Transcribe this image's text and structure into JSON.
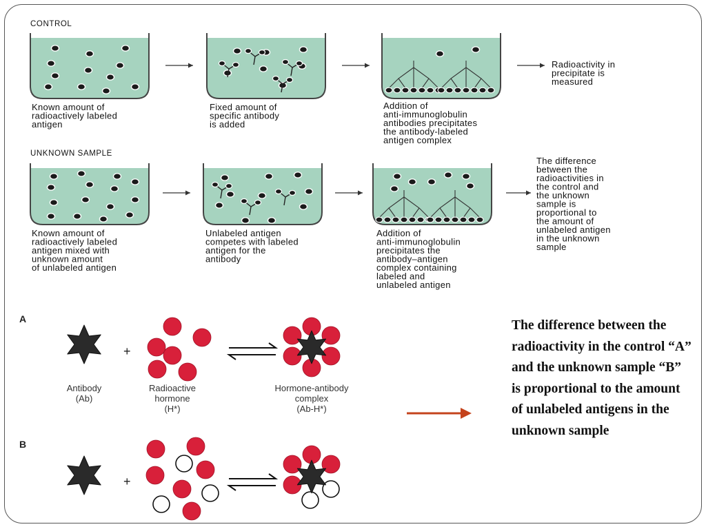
{
  "top_figure": {
    "control": {
      "header": "CONTROL",
      "step1": [
        "Known amount of",
        "radioactively labeled",
        "antigen"
      ],
      "step2": [
        "Fixed amount of",
        "specific antibody",
        "is added"
      ],
      "step3": [
        "Addition of",
        "anti-immunoglobulin",
        "antibodies precipitates",
        "the antibody-labeled",
        "antigen complex"
      ],
      "result": [
        "Radioactivity in",
        "precipitate is",
        "measured"
      ]
    },
    "unknown": {
      "header": "UNKNOWN SAMPLE",
      "step1": [
        "Known amount of",
        "radioactively labeled",
        "antigen mixed with",
        "unknown amount",
        "of unlabeled antigen"
      ],
      "step2": [
        "Unlabeled antigen",
        "competes with labeled",
        "antigen for the",
        "antibody"
      ],
      "step3": [
        "Addition of",
        "anti-immunoglobulin",
        "precipitates the",
        "antibody–antigen",
        "complex containing",
        "labeled and",
        "unlabeled antigen"
      ],
      "result": [
        "The difference",
        "between the",
        "radioactivities in",
        "the control and",
        "the unknown",
        "sample is",
        "proportional to",
        "the amount of",
        "unlabeled antigen",
        "in the unknown",
        "sample"
      ]
    },
    "colors": {
      "liquid": "#a6d3bf",
      "beaker": "#444444"
    }
  },
  "bottom_figure": {
    "panel_a_label": "A",
    "panel_b_label": "B",
    "plus": "+",
    "antibody_label": [
      "Antibody",
      "(Ab)"
    ],
    "hormone_label": [
      "Radioactive",
      "hormone",
      "(H*)"
    ],
    "complex_label": [
      "Hormone-antibody",
      "complex",
      "(Ab-H*)"
    ],
    "colors": {
      "hormone": "#d8203a",
      "antibody": "#2a2a2a",
      "arrow": "#c4431c"
    }
  },
  "explanation": "The difference between the radioactivity in the control “A” and the unknown sample “B” is proportional to the amount of unlabeled antigens in the unknown sample"
}
